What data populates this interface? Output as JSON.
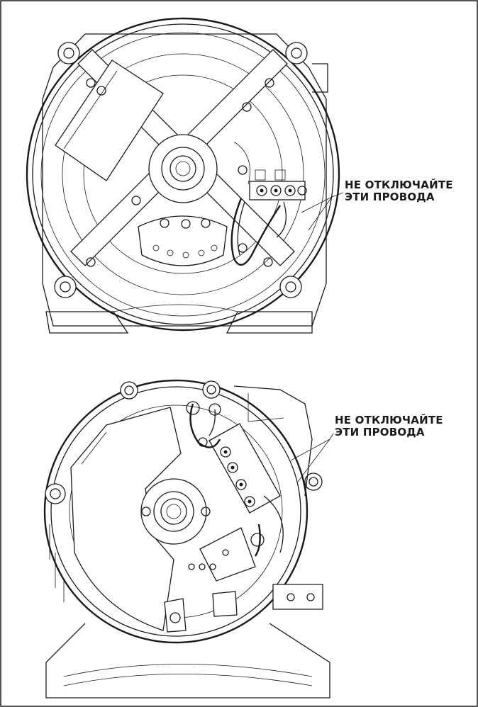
{
  "figure": {
    "panels": [
      {
        "id": "motor-top",
        "callout_lines": [
          "НЕ ОТКЛЮЧАЙТЕ",
          "ЭТИ ПРОВОДА"
        ]
      },
      {
        "id": "motor-bottom",
        "callout_lines": [
          "НЕ ОТКЛЮЧАЙТЕ",
          "ЭТИ ПРОВОДА"
        ]
      }
    ],
    "colors": {
      "ink": "#1a1a1a",
      "paper": "#ffffff"
    }
  }
}
